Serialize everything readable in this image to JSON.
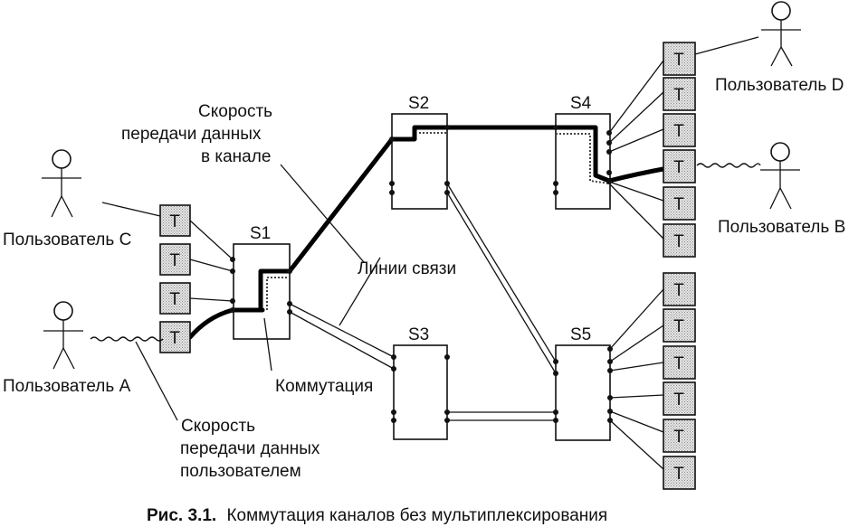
{
  "switches": [
    "S1",
    "S2",
    "S3",
    "S4",
    "S5"
  ],
  "terminal_label": "T",
  "users": {
    "a": "Пользователь A",
    "b": "Пользователь B",
    "c": "Пользователь C",
    "d": "Пользователь D"
  },
  "labels": {
    "channel_speed": [
      "Скорость",
      "передачи данных",
      "в канале"
    ],
    "lines": "Линии связи",
    "switching": "Коммутация",
    "user_speed": [
      "Скорость",
      "передачи данных",
      "пользователем"
    ]
  },
  "caption": {
    "prefix": "Рис. 3.1.",
    "text": "Коммутация каналов без мультиплексирования"
  }
}
